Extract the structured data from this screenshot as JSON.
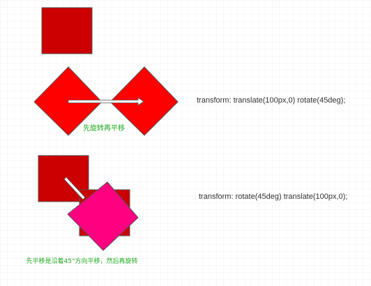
{
  "colors": {
    "grid_line": "#e6e6e6",
    "dark_red": "#cc0000",
    "bright_red": "#ff0000",
    "magenta": "#ff0080",
    "outline": "#555555",
    "arrow_fill": "#ffffff",
    "arrow_stroke": "#555555",
    "note_text": "#22aa22",
    "code_text": "#333333"
  },
  "example_1": {
    "code": "transform: translate(100px,0) rotate(45deg);",
    "note": "先旋转再平移"
  },
  "example_2": {
    "code": "transform: rotate(45deg) translate(100px,0);",
    "note": "先平移是沿着45°方向平移，然后再旋转"
  }
}
